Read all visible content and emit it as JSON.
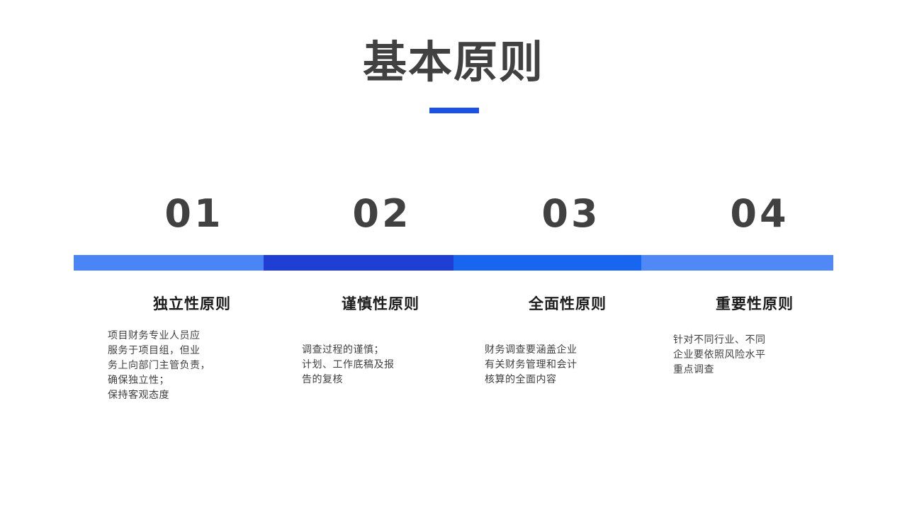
{
  "slide": {
    "background_color": "#ffffff",
    "title": "基本原则",
    "title_color": "#414141",
    "accent_color": "#1a52e8",
    "underline_color": "#1a52e8"
  },
  "steps": [
    {
      "number": "01",
      "heading": "独立性原则",
      "body": "项目财务专业人员应\n服务于项目组，但业\n务上向部门主管负责，\n确保独立性；\n保持客观态度",
      "bar_color": "#4a85f5"
    },
    {
      "number": "02",
      "heading": "谨慎性原则",
      "body": "调查过程的谨慎；\n计划、工作底稿及报\n告的复核",
      "bar_color": "#1f3fd4"
    },
    {
      "number": "03",
      "heading": "全面性原则",
      "body": "财务调查要涵盖企业\n有关财务管理和会计\n核算的全面内容",
      "bar_color": "#1866f0"
    },
    {
      "number": "04",
      "heading": "重要性原则",
      "body": "针对不同行业、不同\n企业要依照风险水平\n重点调查",
      "bar_color": "#5088f5"
    }
  ]
}
